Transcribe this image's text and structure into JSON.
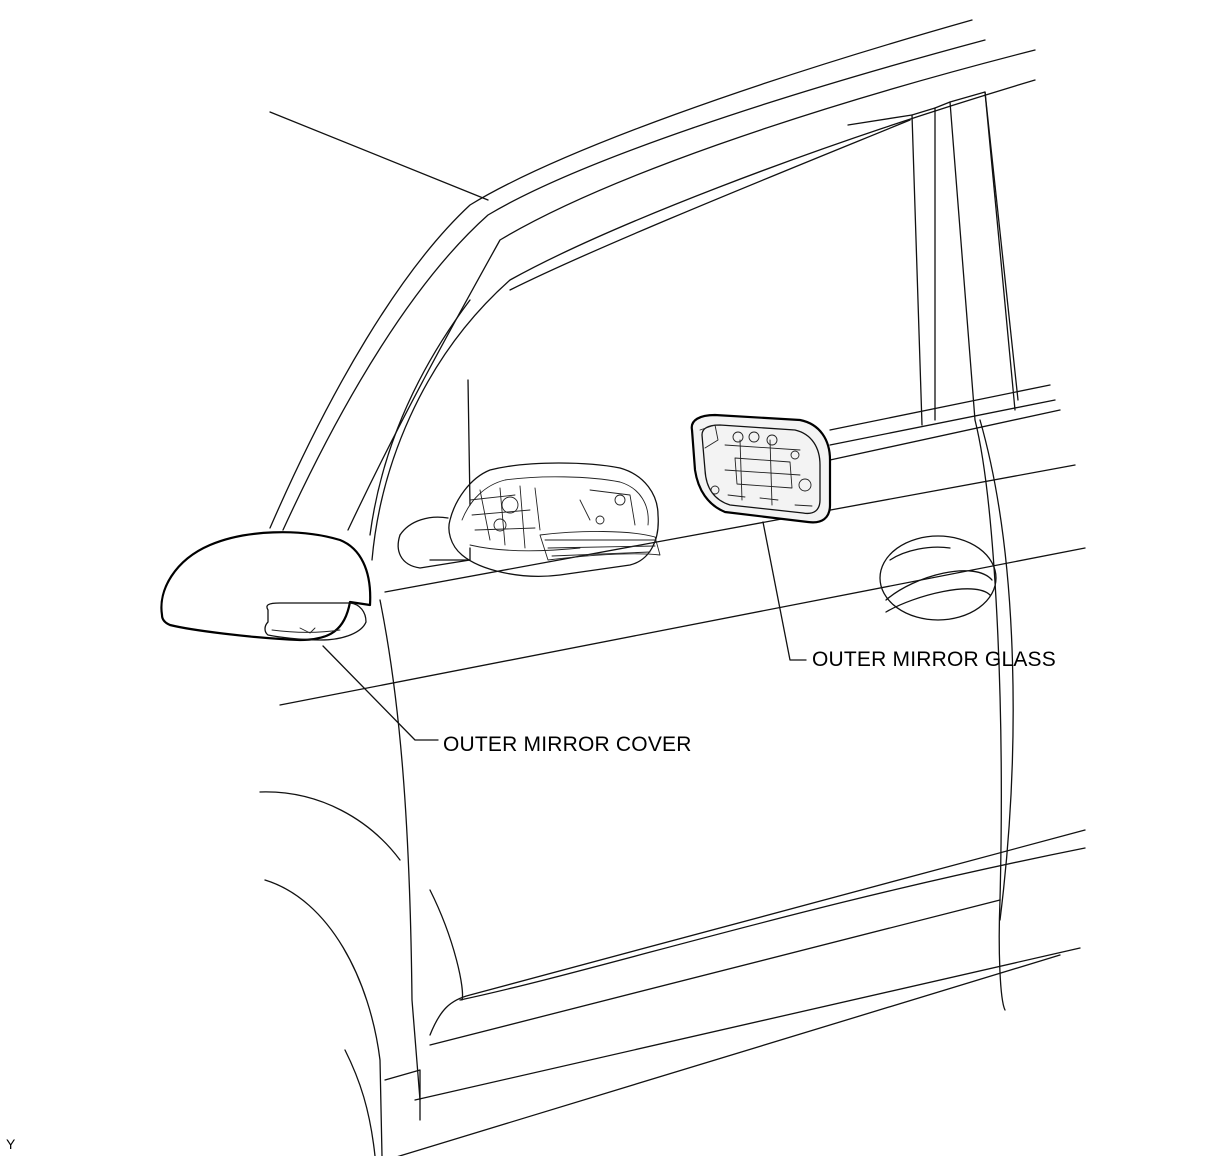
{
  "callouts": {
    "outer_mirror_cover": "OUTER MIRROR COVER",
    "outer_mirror_glass": "OUTER MIRROR GLASS"
  },
  "figure_id": "Y",
  "colors": {
    "line": "#111111",
    "background": "#ffffff"
  }
}
